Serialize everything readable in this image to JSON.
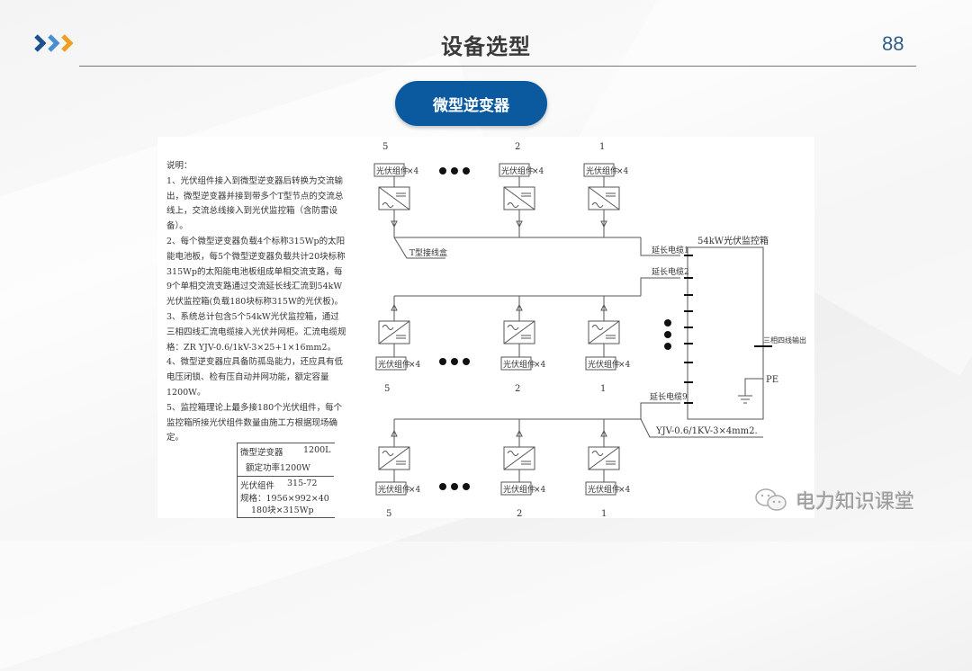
{
  "header": {
    "title": "设备选型",
    "page_number": "88",
    "logo_icon": "triple-chevron-icon",
    "logo_colors": [
      "#1f4f8c",
      "#4a90d0",
      "#f0a020"
    ]
  },
  "section_button": {
    "label": "微型逆变器",
    "color": "#0b5aa0"
  },
  "notes": {
    "heading": "说明：",
    "items": [
      "1、光伏组件接入到微型逆变器后转换为交流输出，微型逆变器并接到带多个T型节点的交流总线上，交流总线接入到光伏监控箱（含防雷设备）。",
      "2、每个微型逆变器负载4个标称315Wp的太阳能电池板，每5个微型逆变器负载共计20块标称315Wp的太阳能电池板组成单相交流支路，每9个单相交流支路通过交流延长线汇流到54kW光伏监控箱(负载180块标称315W的光伏板)。",
      "3、系统总计包含5个54kW光伏监控箱，通过三相四线汇流电缆接入光伏并网柜。汇流电缆规格：ZR YJV-0.6/1kV-3×25+1×16mm2。",
      "4、微型逆变器应具备防孤岛能力，还应具有低电压闭锁、检有压自动并网功能，额定容量1200W。",
      "5、监控箱理论上最多接180个光伏组件，每个监控箱所接光伏组件数量由施工方根据现场确定。"
    ]
  },
  "spec_table": {
    "inverter_name": "微型逆变器",
    "inverter_model": "1200L",
    "inverter_rating": "额定功率1200W",
    "module_name": "光伏组件",
    "module_model": "315-72",
    "module_size": "规格：1956×992×40",
    "module_count": "180块×315Wp"
  },
  "diagram": {
    "module_label": "光伏组件",
    "module_qty": "×4",
    "branch_numbers": [
      "5",
      "2",
      "1"
    ],
    "t_box_label": "T型接线盒",
    "cabinet_label": "54kW光伏监控箱",
    "cables": [
      "延长电缆1",
      "延长电缆2",
      "延长电缆9"
    ],
    "output_label": "三相四线输出",
    "pe_label": "PE",
    "cable_spec": "YJV-0.6/1KV-3×4mm2."
  },
  "watermark": {
    "icon": "wechat-icon",
    "text": "电力知识课堂"
  }
}
